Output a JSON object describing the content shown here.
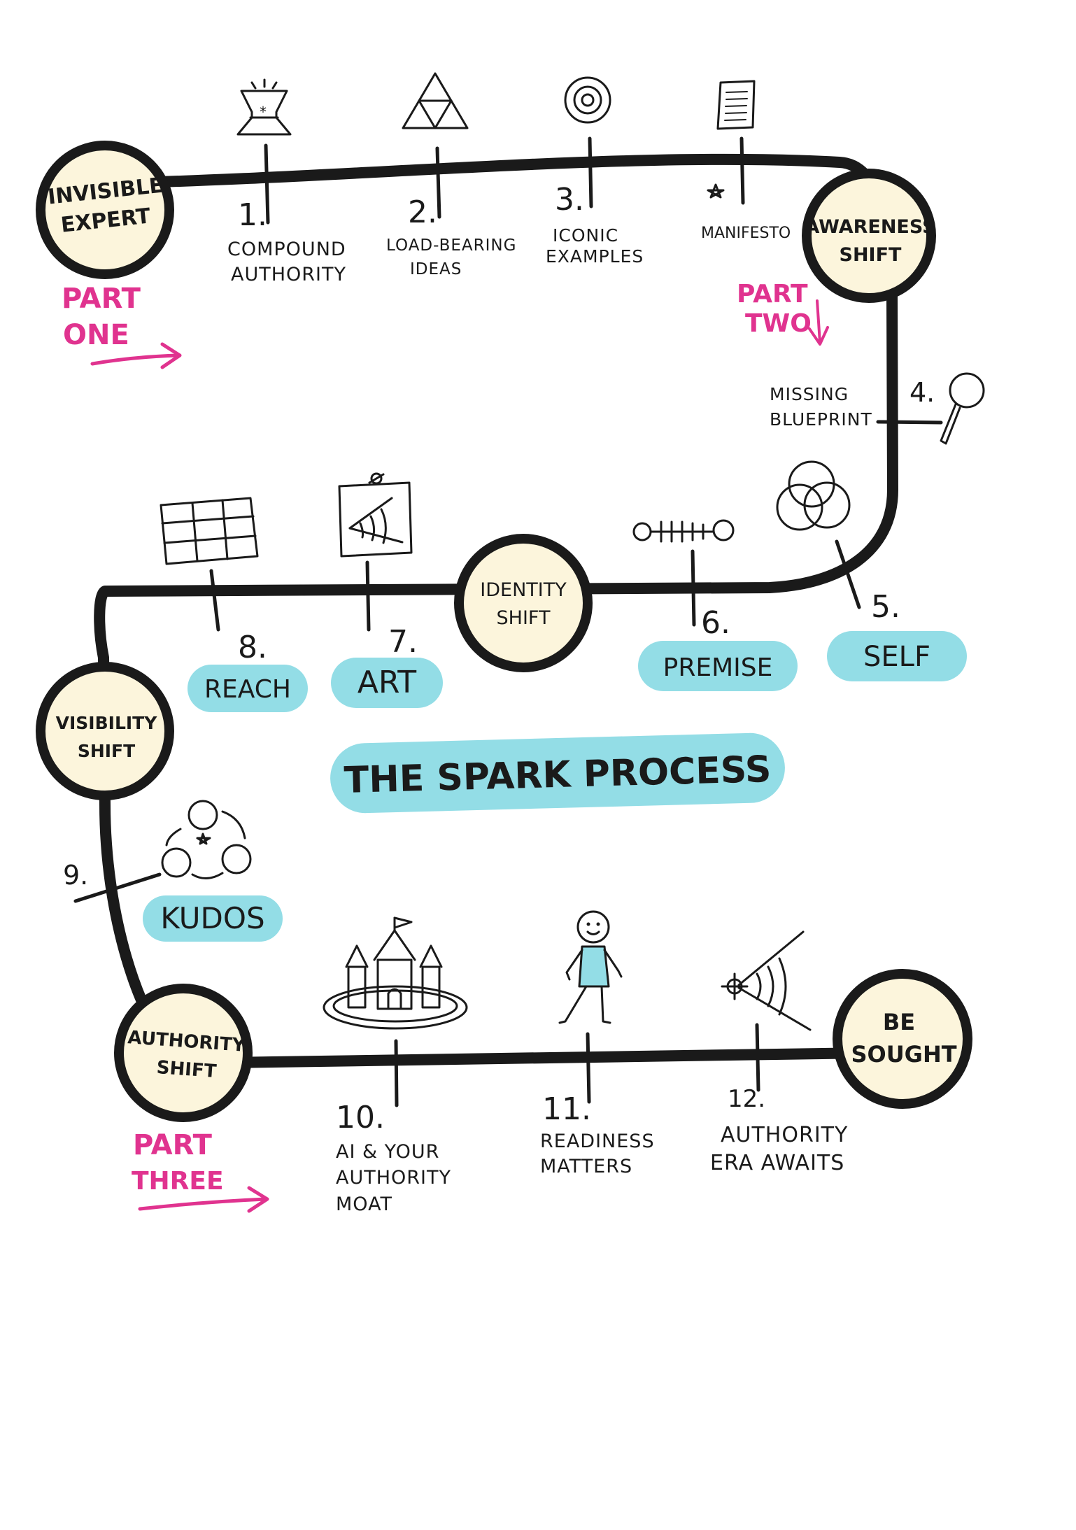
{
  "title": "The Spark Process",
  "colors": {
    "ink": "#1a1a1a",
    "node_fill": "#fcf5dc",
    "pill": "#93dde6",
    "accent": "#e0338f"
  },
  "nodes": {
    "invisible_expert": [
      "Invisible",
      "Expert"
    ],
    "awareness_shift": [
      "Awareness",
      "Shift"
    ],
    "identity_shift": [
      "Identity",
      "Shift"
    ],
    "visibility_shift": [
      "Visibility",
      "Shift"
    ],
    "authority_shift": [
      "Authority",
      "Shift"
    ],
    "be_sought": [
      "Be",
      "Sought"
    ]
  },
  "parts": {
    "one": [
      "Part",
      "One"
    ],
    "two": [
      "Part",
      "Two"
    ],
    "three": [
      "Part",
      "Three"
    ]
  },
  "steps": {
    "s1": {
      "num": "1.",
      "label": [
        "Compound",
        "Authority"
      ],
      "icon": "spotlight-icon"
    },
    "s2": {
      "num": "2.",
      "label": [
        "Load-Bearing",
        "Ideas"
      ],
      "icon": "triangle-icon"
    },
    "s3": {
      "num": "3.",
      "label": [
        "Iconic",
        "Examples"
      ],
      "icon": "target-icon"
    },
    "s_manifesto": {
      "label": [
        "Manifesto"
      ],
      "icon": "document-icon"
    },
    "s4": {
      "num": "4.",
      "label": [
        "Missing",
        "Blueprint"
      ],
      "icon": "magnifier-icon"
    },
    "s5": {
      "num": "5.",
      "pill": "Self",
      "icon": "venn-icon"
    },
    "s6": {
      "num": "6.",
      "pill": "Premise",
      "icon": "timeline-icon"
    },
    "s7": {
      "num": "7.",
      "pill": "Art",
      "icon": "art-board-icon"
    },
    "s8": {
      "num": "8.",
      "pill": "Reach",
      "icon": "grid-icon"
    },
    "s9": {
      "num": "9.",
      "pill": "Kudos",
      "icon": "cycle-icon"
    },
    "s10": {
      "num": "10.",
      "label": [
        "AI & Your",
        "Authority",
        "Moat"
      ],
      "icon": "castle-icon"
    },
    "s11": {
      "num": "11.",
      "label": [
        "Readiness",
        "Matters"
      ],
      "icon": "person-icon"
    },
    "s12": {
      "num": "12.",
      "label": [
        "Authority",
        "Era Awaits"
      ],
      "icon": "signal-icon"
    }
  }
}
